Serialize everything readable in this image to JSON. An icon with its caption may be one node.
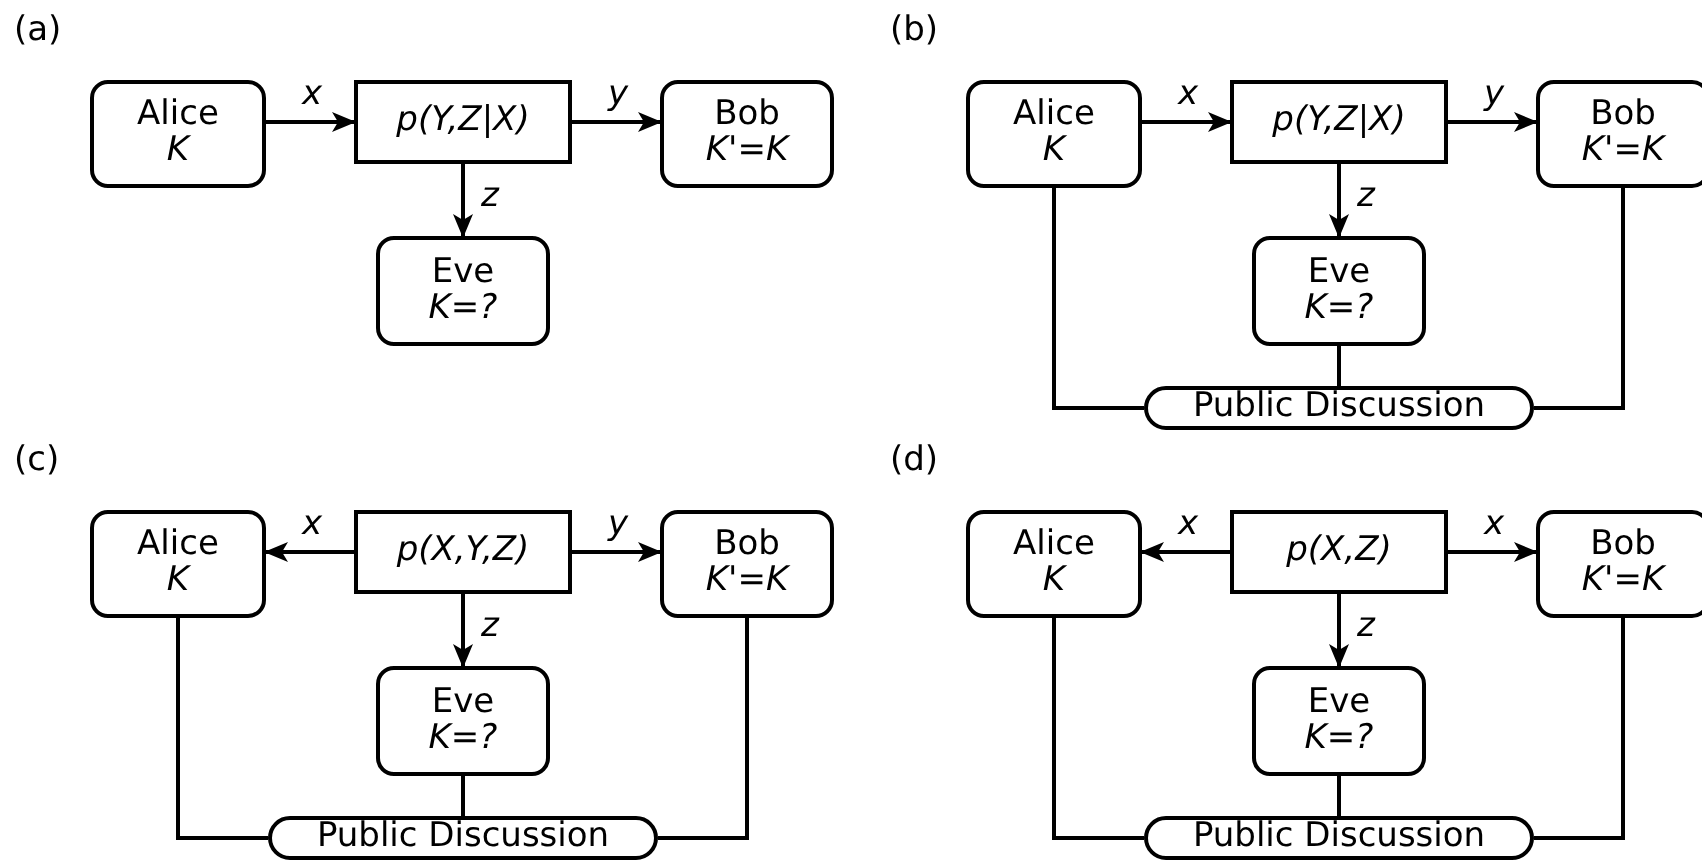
{
  "diagram": {
    "nodes": [
      {
        "text": [
          "Alice",
          "K"
        ]
      },
      {
        "text": [
          "p(Y,Z|X)"
        ]
      },
      {
        "text": [
          "Bob",
          "K'=K"
        ]
      },
      {
        "text": [
          "Eve",
          "K=?"
        ]
      },
      {
        "text": [
          "Alice",
          "K"
        ]
      },
      {
        "text": [
          "p(Y,Z|X)"
        ]
      },
      {
        "text": [
          "Bob",
          "K'=K"
        ]
      },
      {
        "text": [
          "Eve",
          "K=?"
        ]
      },
      {
        "text": [
          "Public Discussion"
        ]
      },
      {
        "text": [
          "Alice",
          "K"
        ]
      },
      {
        "text": [
          "p(X,Y,Z)"
        ]
      },
      {
        "text": [
          "Bob",
          "K'=K"
        ]
      },
      {
        "text": [
          "Eve",
          "K=?"
        ]
      },
      {
        "text": [
          "Public Discussion"
        ]
      },
      {
        "text": [
          "Alice",
          "K"
        ]
      },
      {
        "text": [
          "p(X,Z)"
        ]
      },
      {
        "text": [
          "Bob",
          "K'=K"
        ]
      },
      {
        "text": [
          "Eve",
          "K=?"
        ]
      },
      {
        "text": [
          "Public Discussion"
        ]
      }
    ],
    "edges": [
      {
        "from": 0,
        "to": 1,
        "arrow": "to",
        "label": "x"
      },
      {
        "from": 1,
        "to": 2,
        "arrow": "to",
        "label": "y"
      },
      {
        "from": 1,
        "to": 3,
        "arrow": "to",
        "label": "z"
      },
      {
        "from": 4,
        "to": 5,
        "arrow": "to",
        "label": "x"
      },
      {
        "from": 5,
        "to": 6,
        "arrow": "to",
        "label": "y"
      },
      {
        "from": 5,
        "to": 7,
        "arrow": "to",
        "label": "z"
      },
      {
        "from": 4,
        "to": 8,
        "arrow": "none"
      },
      {
        "from": 6,
        "to": 8,
        "arrow": "none"
      },
      {
        "from": 7,
        "to": 8,
        "arrow": "none"
      },
      {
        "from": 10,
        "to": 9,
        "arrow": "to",
        "label": "x"
      },
      {
        "from": 10,
        "to": 11,
        "arrow": "to",
        "label": "y"
      },
      {
        "from": 10,
        "to": 12,
        "arrow": "to",
        "label": "z"
      },
      {
        "from": 9,
        "to": 13,
        "arrow": "none"
      },
      {
        "from": 11,
        "to": 13,
        "arrow": "none"
      },
      {
        "from": 12,
        "to": 13,
        "arrow": "none"
      },
      {
        "from": 15,
        "to": 14,
        "arrow": "to",
        "label": "x"
      },
      {
        "from": 15,
        "to": 16,
        "arrow": "to",
        "label": "x"
      },
      {
        "from": 15,
        "to": 17,
        "arrow": "to",
        "label": "z"
      },
      {
        "from": 14,
        "to": 18,
        "arrow": "none"
      },
      {
        "from": 16,
        "to": 18,
        "arrow": "none"
      },
      {
        "from": 17,
        "to": 18,
        "arrow": "none"
      }
    ],
    "labels": [
      "(a)",
      "(b)",
      "(c)",
      "(d)"
    ]
  }
}
